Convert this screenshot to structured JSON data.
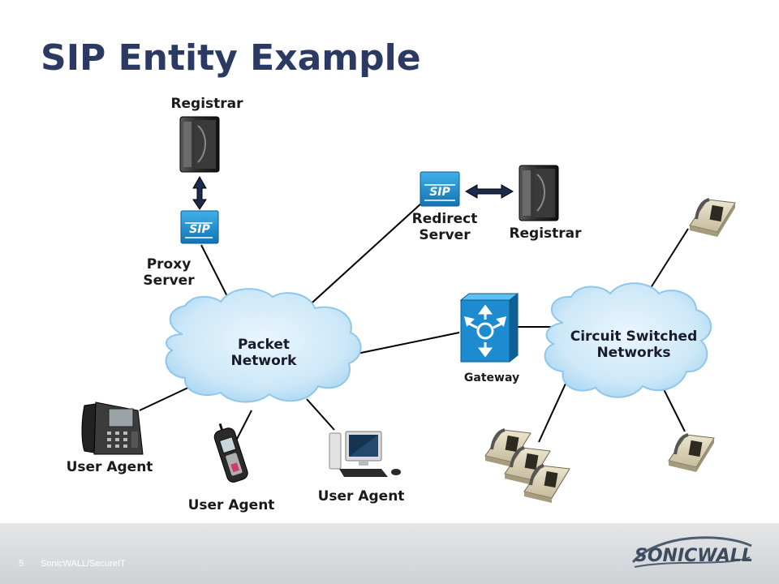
{
  "title": "SIP Entity Example",
  "labels": {
    "registrar_top": "Registrar",
    "proxy_server": "Proxy\nServer",
    "redirect_server": "Redirect\nServer",
    "registrar_right": "Registrar",
    "packet_network": "Packet\nNetwork",
    "gateway": "Gateway",
    "circuit_switched": "Circuit Switched\nNetworks",
    "user_agent_left": "User Agent",
    "user_agent_mobile": "User Agent",
    "user_agent_pc": "User Agent"
  },
  "footer": {
    "page_number": "5",
    "text": "SonicWALL/SecureIT",
    "logo": "SONICWALL"
  },
  "colors": {
    "title": "#2b3a63",
    "cloud": "#cfe9f8",
    "sip_box": "#1e8fd0",
    "gateway_box": "#1d8bd0"
  }
}
